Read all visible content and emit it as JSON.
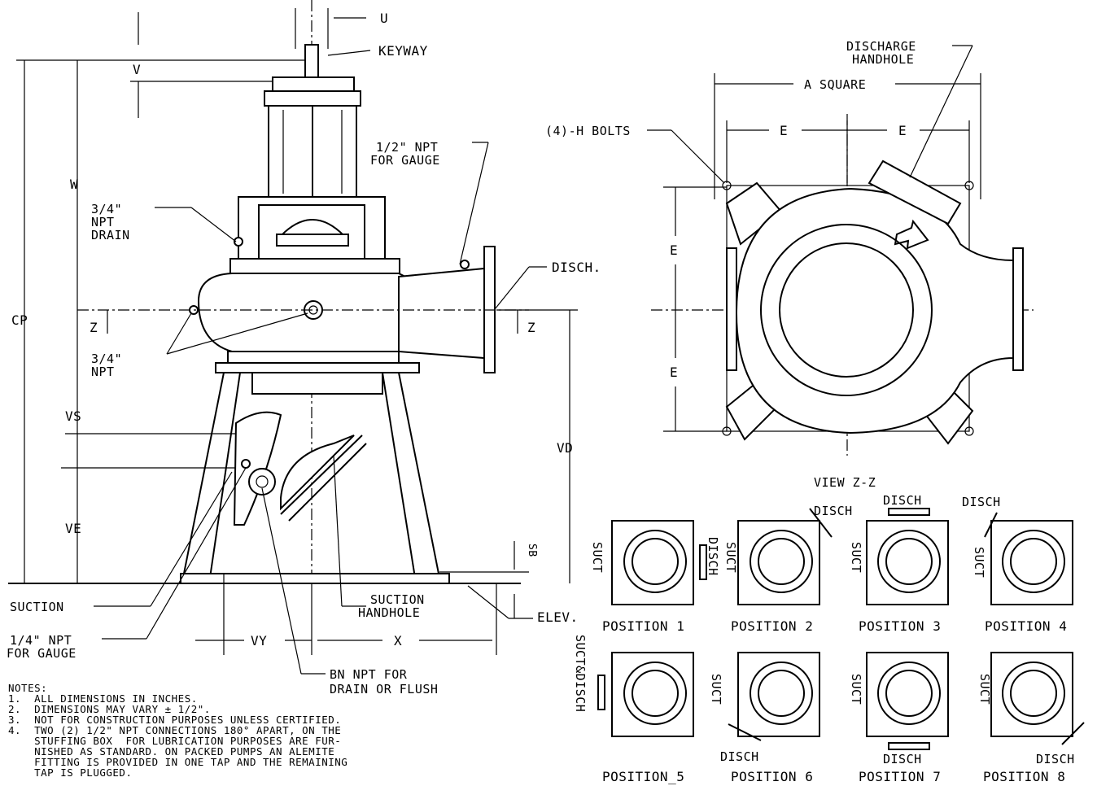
{
  "labels": {
    "u": "U",
    "v": "V",
    "keyway": "KEYWAY",
    "w": "W",
    "cp": "CP",
    "gauge_npt_line1": "1/2\" NPT",
    "gauge_npt_line2": "FOR GAUGE",
    "drain_line1": "3/4\"",
    "drain_line2": "NPT",
    "drain_line3": "DRAIN",
    "disch": "DISCH.",
    "z_left": "Z",
    "z_right": "Z",
    "npt34_line1": "3/4\"",
    "npt34_line2": "NPT",
    "vs": "VS",
    "vd": "VD",
    "ve": "VE",
    "sb": "SB",
    "suction": "SUCTION",
    "suction_handhole_line1": "SUCTION",
    "suction_handhole_line2": "HANDHOLE",
    "elev": "ELEV.",
    "npt14_line1": "1/4\" NPT",
    "npt14_line2": "FOR GAUGE",
    "vy": "VY",
    "x": "X",
    "bn_line1": "BN NPT FOR",
    "bn_line2": "DRAIN OR FLUSH",
    "discharge_handhole_line1": "DISCHARGE",
    "discharge_handhole_line2": "HANDHOLE",
    "a_square": "A SQUARE",
    "h_bolts": "(4)-H BOLTS",
    "e_top_left": "E",
    "e_top_right": "E",
    "e_side_upper": "E",
    "e_side_lower": "E",
    "view_zz": "VIEW Z-Z"
  },
  "notes": {
    "title": "NOTES:",
    "items": [
      "1.  ALL DIMENSIONS IN INCHES.",
      "2.  DIMENSIONS MAY VARY ± 1/2\".",
      "3.  NOT FOR CONSTRUCTION PURPOSES UNLESS CERTIFIED.",
      "4.  TWO (2) 1/2\" NPT CONNECTIONS 180° APART, ON THE",
      "    STUFFING BOX  FOR LUBRICATION PURPOSES ARE FUR-",
      "    NISHED AS STANDARD. ON PACKED PUMPS AN ALEMITE",
      "    FITTING IS PROVIDED IN ONE TAP AND THE REMAINING",
      "    TAP IS PLUGGED."
    ]
  },
  "positions": {
    "suct": "SUCT",
    "disch": "DISCH",
    "suct_disch": "SUCT&DISCH",
    "labels": [
      "POSITION 1",
      "POSITION 2",
      "POSITION 3",
      "POSITION 4",
      "POSITION_5",
      "POSITION 6",
      "POSITION 7",
      "POSITION 8"
    ]
  }
}
